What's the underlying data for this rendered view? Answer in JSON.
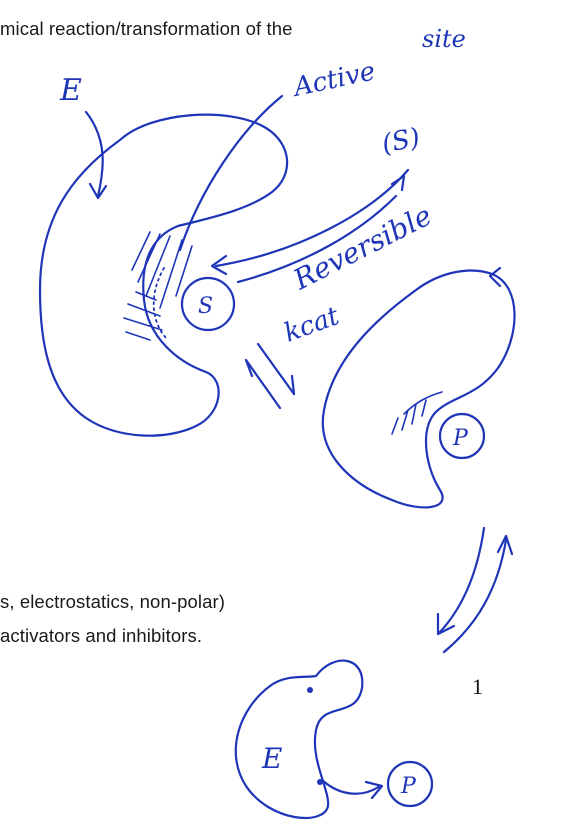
{
  "text": {
    "top_line": "mical reaction/transformation of the",
    "line_a": "s, electrostatics, non-polar)",
    "line_b": "activators and inhibitors.",
    "page_number": "1"
  },
  "annotations": {
    "site": "site",
    "active": "Active",
    "enzyme_top": "E",
    "substrate_label": "(S)",
    "reversible": "Reversible",
    "kcat": "kcat",
    "substrate_bound": "S",
    "product_bound": "P",
    "enzyme_bottom": "E",
    "product_free": "P"
  },
  "colors": {
    "ink": "#1f35b8",
    "text": "#1a1a1a"
  }
}
